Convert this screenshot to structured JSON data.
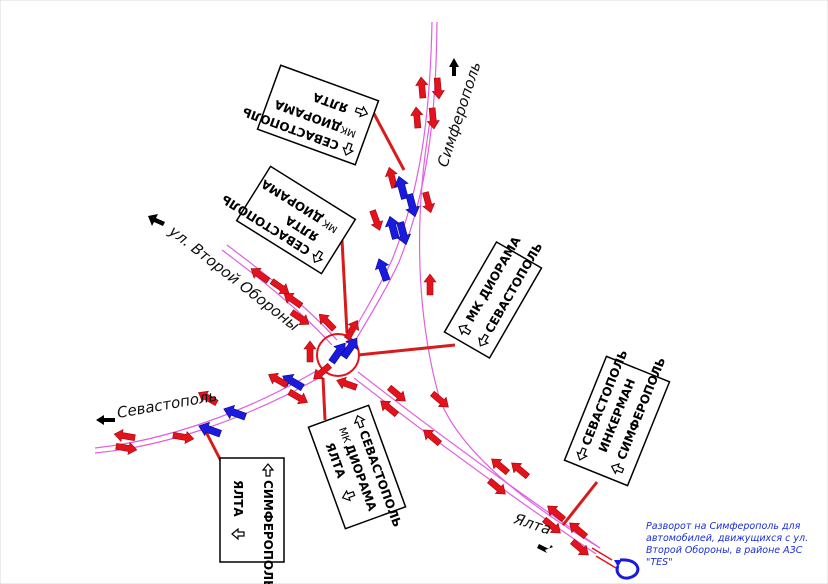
{
  "labels": {
    "simferopol": "Симферополь",
    "vtoroy_oborony": "ул. Второй Обороны",
    "sevastopol": "Севастополь",
    "yalta": "Ялта"
  },
  "signs": {
    "top_left": [
      "СЕВАСТОПОЛЬ",
      "МК",
      "ДИОРАМА",
      "ЯЛТА"
    ],
    "mid_left": [
      "СЕВАСТОПОЛЬ",
      "ЯЛТА",
      "МК",
      "ДИОРАМА"
    ],
    "center_right": [
      "МК ДИОРАМА",
      "СЕВАСТОПОЛЬ"
    ],
    "right": [
      "СЕВАСТОПОЛЬ",
      "ИНКЕРМАН",
      "СИМФЕРОПОЛЬ"
    ],
    "bottom_center": [
      "СЕВАСТОПОЛЬ",
      "МК",
      "ДИОРАМА",
      "ЯЛТА"
    ],
    "bottom_left": [
      "СИМФЕРОПОЛЬ",
      "ЯЛТА"
    ]
  },
  "note": "Разворот на Симферополь для автомобилей, движущихся с ул. Второй Обороны, в районе АЗС \"TES\"",
  "colors": {
    "arrow_red": "#e4121b",
    "arrow_blue": "#1a1adf",
    "road_line": "#e060e0",
    "leader": "#d81b1b",
    "note_blue": "#1a2fd6"
  }
}
